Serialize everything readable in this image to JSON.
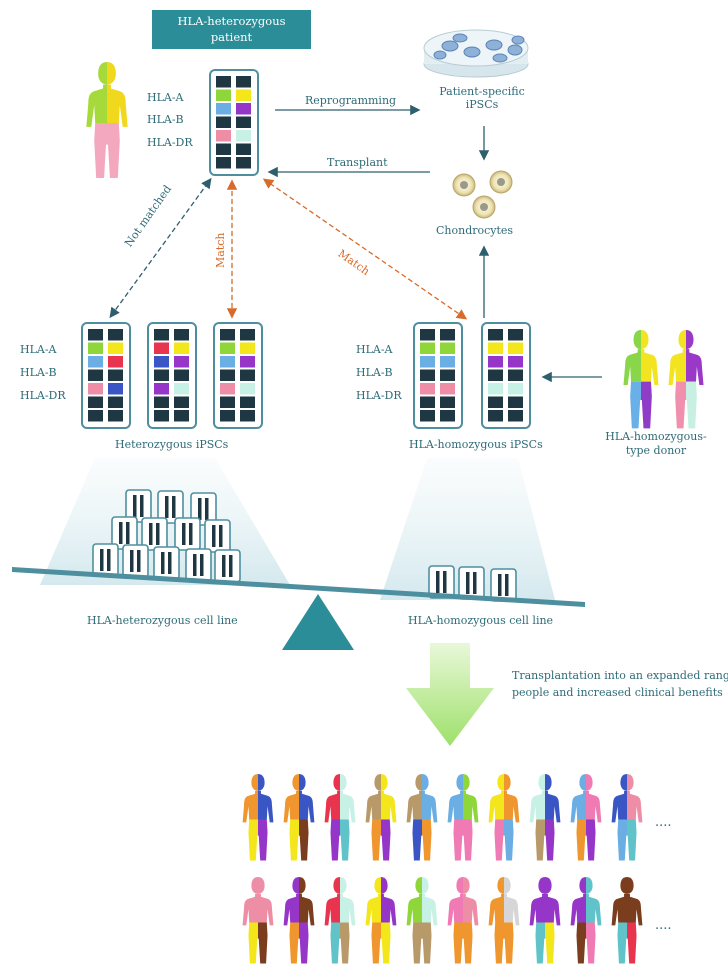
{
  "colors": {
    "teal": "#2b8d97",
    "label": "#2e6b78",
    "orange_arrow": "#d86a2a",
    "dark_arrow": "#2e5f6e",
    "green_arrow": "#a6e07e",
    "slot_dark": "#1e3743",
    "hla_green": "#8fd63a",
    "hla_yellow": "#f3e61a",
    "hla_blue": "#6aaee4",
    "hla_purple": "#9636c8",
    "hla_pink": "#ee8ea6",
    "hla_mint": "#c8f1e6"
  },
  "header": {
    "line1": "HLA-heterozygous",
    "line2": "patient"
  },
  "hla_labels": {
    "a": "HLA-A",
    "b": "HLA-B",
    "dr": "HLA-DR"
  },
  "arrows": {
    "reprogramming": "Reprogramming",
    "transplant": "Transplant",
    "not_matched": "Not matched",
    "match_1": "Match",
    "match_2": "Match"
  },
  "nodes": {
    "patient_ipscs_line1": "Patient-specific",
    "patient_ipscs_line2": "iPSCs",
    "chondrocytes": "Chondrocytes",
    "heterozygous_ipscs": "Heterozygous iPSCs",
    "homozygous_ipscs": "HLA-homozygous iPSCs",
    "donor_line1": "HLA-homozygous-",
    "donor_line2": "type donor"
  },
  "balance": {
    "left_label": "HLA-heterozygous cell line",
    "right_label": "HLA-homozygous cell line"
  },
  "benefit": {
    "line1": "Transplantation into an expanded range of",
    "line2": "people and increased clinical benefits"
  },
  "ellipsis": {
    "row1": "....",
    "row2": "...."
  },
  "population_rows": 2,
  "population_per_row": 10
}
